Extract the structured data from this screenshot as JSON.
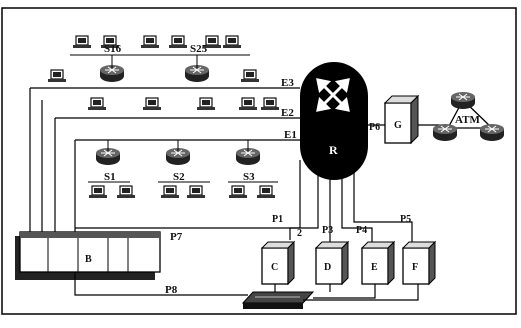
{
  "diagram": {
    "segments": {
      "e3": "E3",
      "e2": "E2",
      "e1": "E1"
    },
    "switches": {
      "s16": "S16",
      "s25": "S25",
      "s1": "S1",
      "s2": "S2",
      "s3": "S3"
    },
    "router": "R",
    "atm": "ATM",
    "ports": {
      "p1": "P1",
      "p2": "2",
      "p3": "P3",
      "p4": "P4",
      "p5": "P5",
      "p6": "P6",
      "p7": "P7",
      "p8": "P8"
    },
    "servers": {
      "b": "B",
      "c": "C",
      "d": "D",
      "e": "E",
      "f": "F",
      "g": "G"
    }
  }
}
